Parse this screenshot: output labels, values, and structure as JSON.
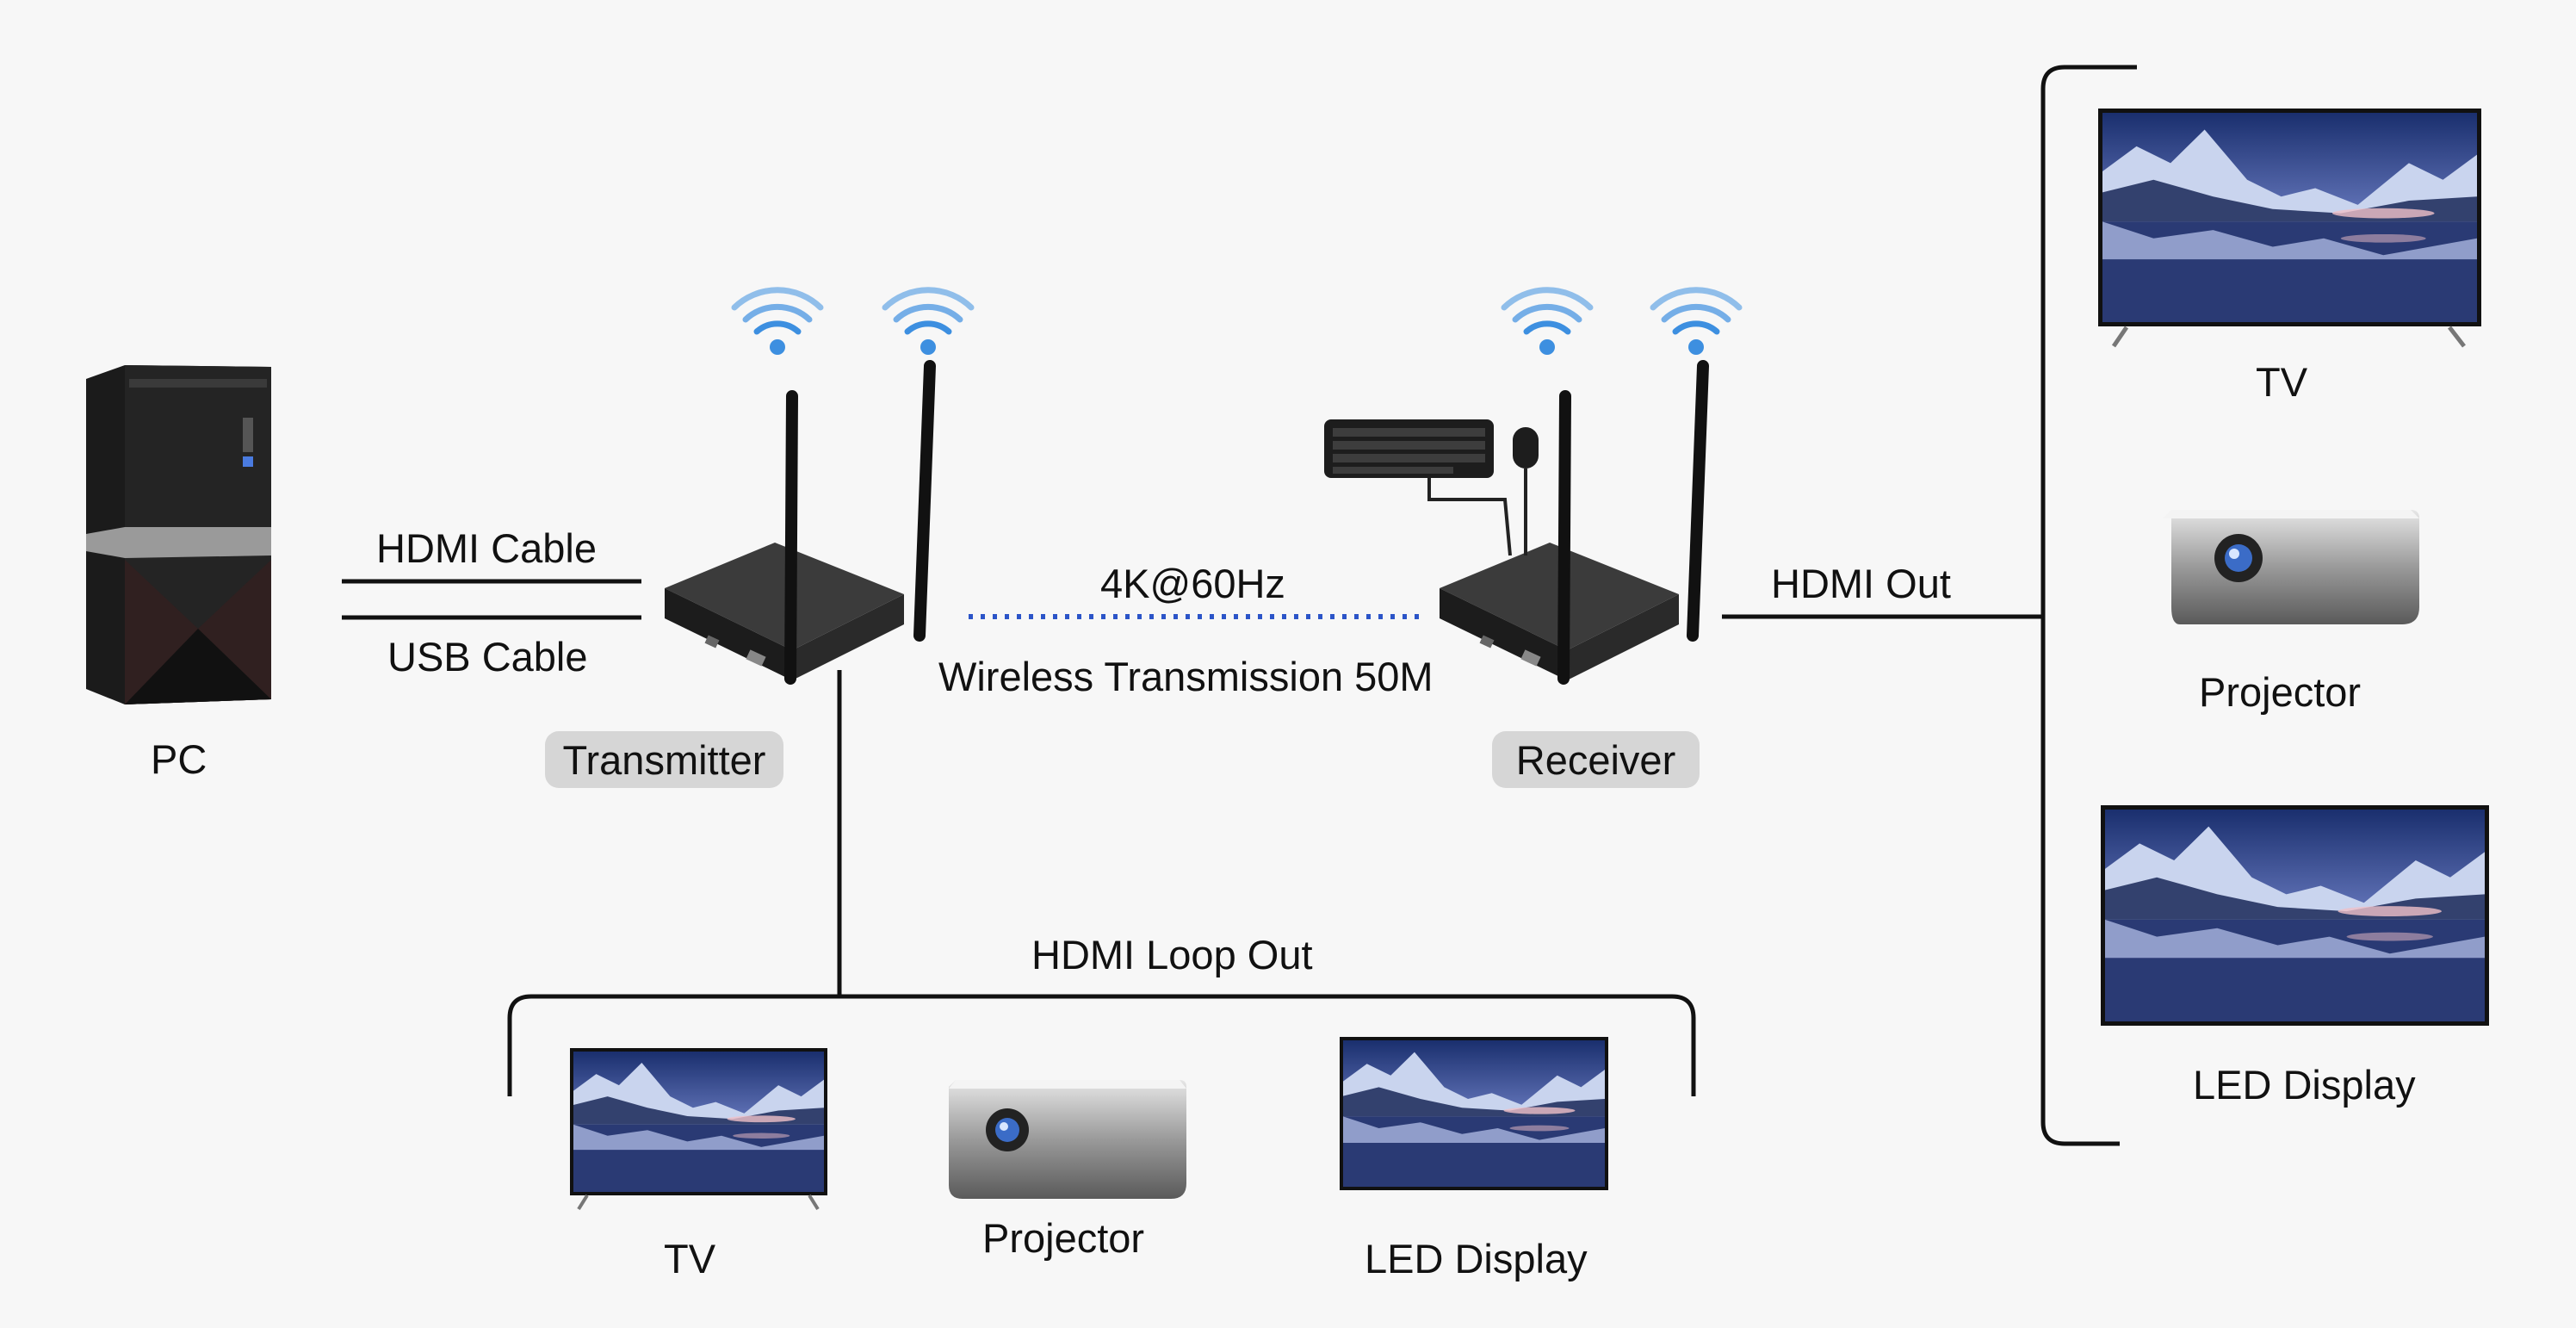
{
  "source": {
    "label": "PC"
  },
  "cables": {
    "top": "HDMI Cable",
    "bottom": "USB Cable"
  },
  "transmitter": {
    "label": "Transmitter"
  },
  "receiver": {
    "label": "Receiver"
  },
  "link": {
    "resolution": "4K@60Hz",
    "range": "Wireless Transmission 50M"
  },
  "hdmi_out": {
    "label": "HDMI Out",
    "devices": [
      {
        "type": "tv",
        "label": "TV"
      },
      {
        "type": "projector",
        "label": "Projector"
      },
      {
        "type": "led",
        "label": "LED Display"
      }
    ]
  },
  "loop_out": {
    "label": "HDMI Loop Out",
    "devices": [
      {
        "type": "tv",
        "label": "TV"
      },
      {
        "type": "projector",
        "label": "Projector"
      },
      {
        "type": "led",
        "label": "LED Display"
      }
    ]
  },
  "colors": {
    "wifi": "#3d8fe0",
    "link_dots": "#2b54c8",
    "line": "#111111",
    "pill": "#d6d6d6"
  }
}
